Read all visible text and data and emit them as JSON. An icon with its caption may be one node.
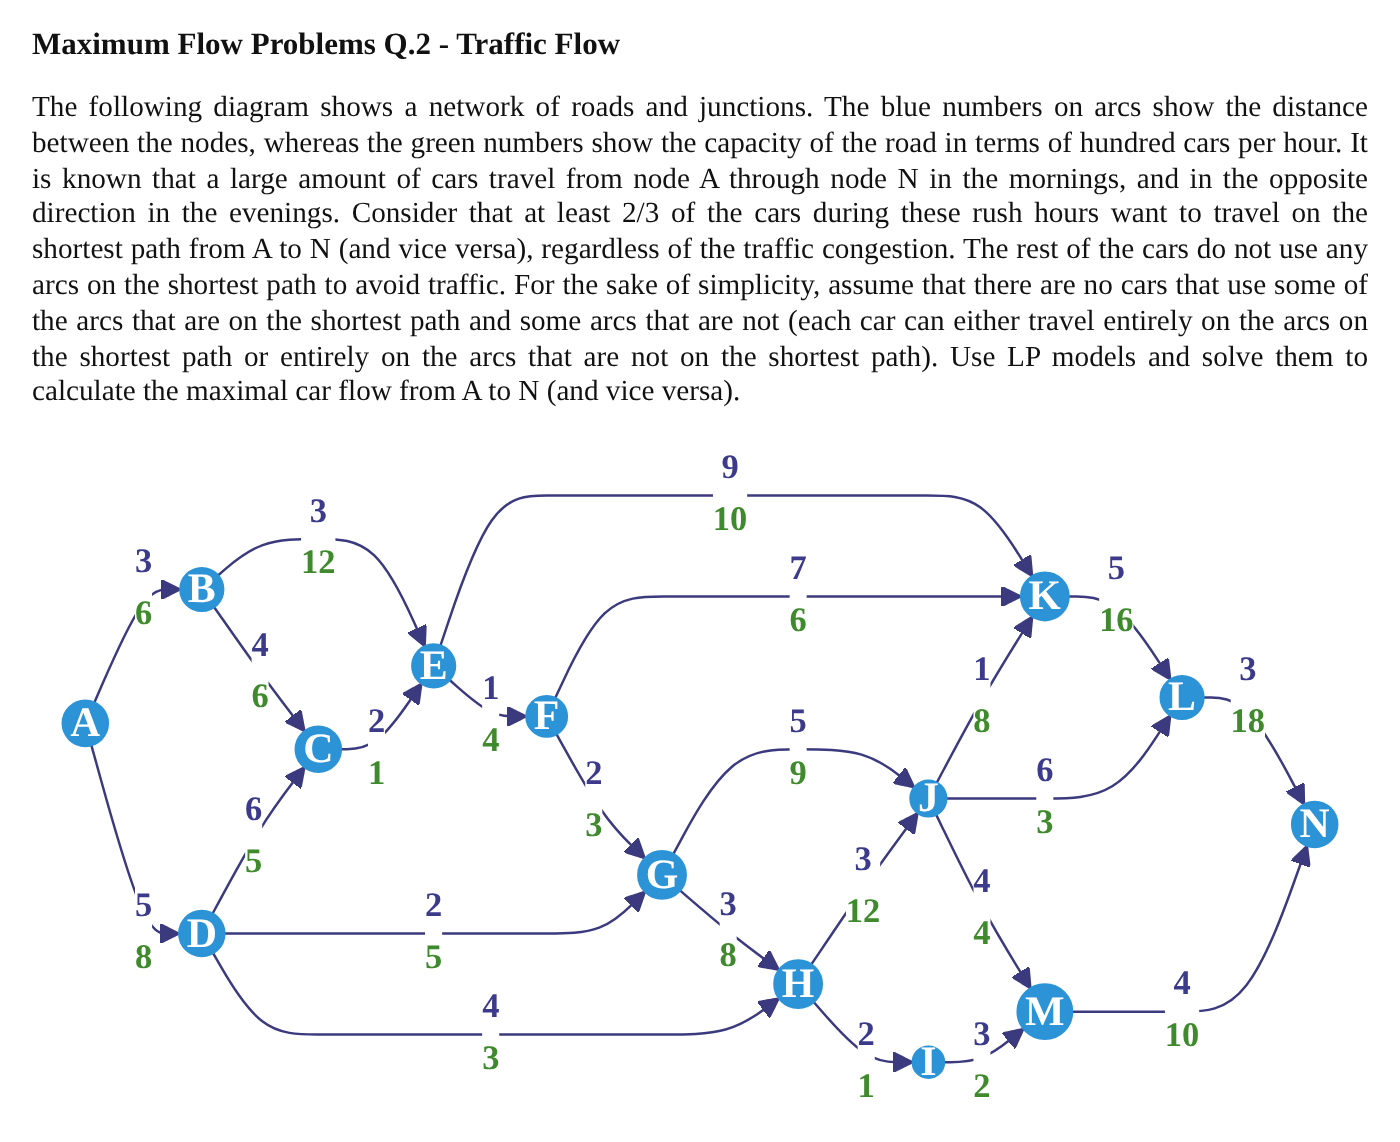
{
  "diagram": {
    "title": "Maximum Flow Problems Q.2 - Traffic Flow",
    "nodes": [
      {
        "text": [
          "A"
        ]
      },
      {
        "text": [
          "B"
        ]
      },
      {
        "text": [
          "C"
        ]
      },
      {
        "text": [
          "D"
        ]
      },
      {
        "text": [
          "E"
        ]
      },
      {
        "text": [
          "F"
        ]
      },
      {
        "text": [
          "G"
        ]
      },
      {
        "text": [
          "H"
        ]
      },
      {
        "text": [
          "I"
        ]
      },
      {
        "text": [
          "J"
        ]
      },
      {
        "text": [
          "K"
        ]
      },
      {
        "text": [
          "L"
        ]
      },
      {
        "text": [
          "M"
        ]
      },
      {
        "text": [
          "N"
        ]
      }
    ],
    "edges": [
      {
        "from": 0,
        "to": 1,
        "arrow": "to",
        "label": "3 6"
      },
      {
        "from": 0,
        "to": 3,
        "arrow": "to",
        "label": "5 8"
      },
      {
        "from": 1,
        "to": 4,
        "arrow": "to",
        "label": "3 12"
      },
      {
        "from": 1,
        "to": 2,
        "arrow": "to",
        "label": "4 6"
      },
      {
        "from": 2,
        "to": 4,
        "arrow": "to",
        "label": "2 1"
      },
      {
        "from": 3,
        "to": 2,
        "arrow": "to",
        "label": "6 5"
      },
      {
        "from": 3,
        "to": 6,
        "arrow": "to",
        "label": "2 5"
      },
      {
        "from": 3,
        "to": 7,
        "arrow": "to",
        "label": "4 3"
      },
      {
        "from": 4,
        "to": 10,
        "arrow": "to",
        "label": "9 10"
      },
      {
        "from": 4,
        "to": 5,
        "arrow": "to",
        "label": "1 4"
      },
      {
        "from": 5,
        "to": 10,
        "arrow": "to",
        "label": "7 6"
      },
      {
        "from": 5,
        "to": 6,
        "arrow": "to",
        "label": "2 3"
      },
      {
        "from": 6,
        "to": 9,
        "arrow": "to",
        "label": "5 9"
      },
      {
        "from": 6,
        "to": 7,
        "arrow": "to",
        "label": "3 8"
      },
      {
        "from": 7,
        "to": 9,
        "arrow": "to",
        "label": "3 12"
      },
      {
        "from": 7,
        "to": 8,
        "arrow": "to",
        "label": "2 1"
      },
      {
        "from": 8,
        "to": 12,
        "arrow": "to",
        "label": "3 2"
      },
      {
        "from": 9,
        "to": 10,
        "arrow": "to",
        "label": "1 8"
      },
      {
        "from": 9,
        "to": 11,
        "arrow": "to",
        "label": "6 3"
      },
      {
        "from": 9,
        "to": 12,
        "arrow": "to",
        "label": "4 4"
      },
      {
        "from": 10,
        "to": 11,
        "arrow": "to",
        "label": "5 16"
      },
      {
        "from": 11,
        "to": 13,
        "arrow": "to",
        "label": "3 18"
      },
      {
        "from": 12,
        "to": 13,
        "arrow": "to",
        "label": "4 10"
      }
    ],
    "labels": [
      "The following diagram shows a network of roads and junctions. The blue numbers on arcs show the distance between the nodes, whereas the green numbers show the capacity of the road in terms of hundred cars per hour. It is known that a large amount of cars travel from node A through node N in the mornings, and in the opposite direction in the evenings. Consider that at least 2/3 of the cars during these rush hours want to travel on the shortest path from A to N (and vice versa), regardless of the traffic congestion. The rest of the cars do not use any arcs on the shortest path to avoid traffic. For the sake of simplicity, assume that there are no cars that use some of the arcs that are on the shortest path and some arcs that are not (each car can either travel entirely on the arcs on the shortest path or entirely on the arcs that are not on the shortest path). Use LP models and solve them to calculate the maximal car flow from A to N (and vice versa)."
    ]
  }
}
